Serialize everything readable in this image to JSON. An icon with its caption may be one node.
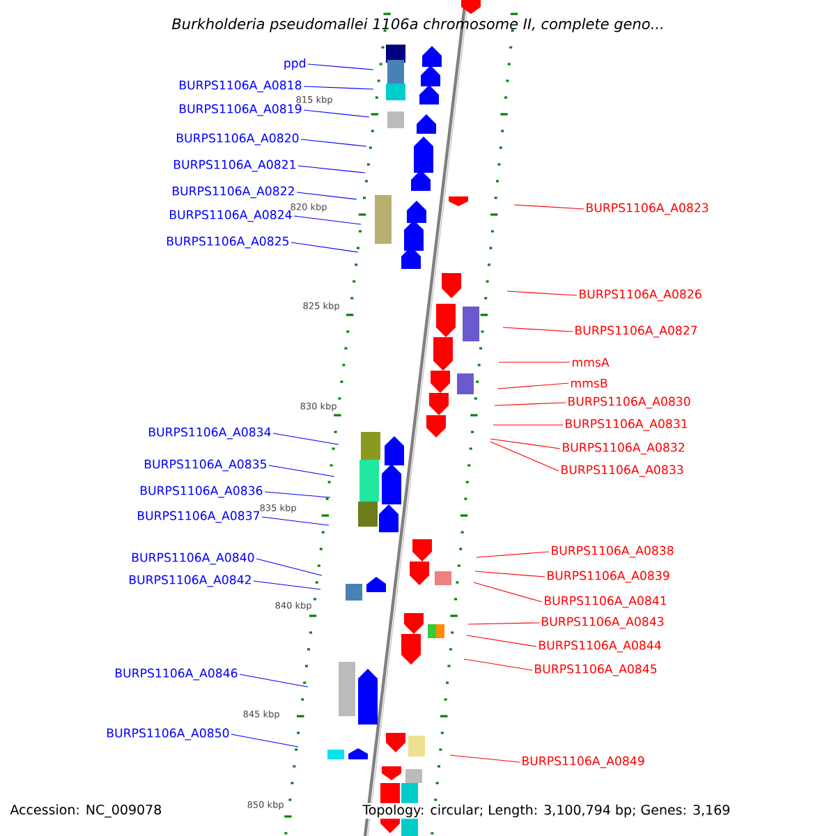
{
  "diagram": {
    "title": "Burkholderia pseudomallei 1106a chromosome II, complete geno...",
    "nodes": [
      {
        "text": [
          "ppd"
        ]
      },
      {
        "text": [
          "BURPS1106A_A0818"
        ]
      },
      {
        "text": [
          "BURPS1106A_A0819"
        ]
      },
      {
        "text": [
          "BURPS1106A_A0820"
        ]
      },
      {
        "text": [
          "BURPS1106A_A0821"
        ]
      },
      {
        "text": [
          "BURPS1106A_A0822"
        ]
      },
      {
        "text": [
          "BURPS1106A_A0824"
        ]
      },
      {
        "text": [
          "BURPS1106A_A0825"
        ]
      },
      {
        "text": [
          "BURPS1106A_A0823"
        ]
      },
      {
        "text": [
          "BURPS1106A_A0826"
        ]
      },
      {
        "text": [
          "BURPS1106A_A0827"
        ]
      },
      {
        "text": [
          "mmsA"
        ]
      },
      {
        "text": [
          "mmsB"
        ]
      },
      {
        "text": [
          "BURPS1106A_A0830"
        ]
      },
      {
        "text": [
          "BURPS1106A_A0831"
        ]
      },
      {
        "text": [
          "BURPS1106A_A0832"
        ]
      },
      {
        "text": [
          "BURPS1106A_A0833"
        ]
      },
      {
        "text": [
          "BURPS1106A_A0834"
        ]
      },
      {
        "text": [
          "BURPS1106A_A0835"
        ]
      },
      {
        "text": [
          "BURPS1106A_A0836"
        ]
      },
      {
        "text": [
          "BURPS1106A_A0837"
        ]
      },
      {
        "text": [
          "BURPS1106A_A0838"
        ]
      },
      {
        "text": [
          "BURPS1106A_A0839"
        ]
      },
      {
        "text": [
          "BURPS1106A_A0840"
        ]
      },
      {
        "text": [
          "BURPS1106A_A0841"
        ]
      },
      {
        "text": [
          "BURPS1106A_A0842"
        ]
      },
      {
        "text": [
          "BURPS1106A_A0843"
        ]
      },
      {
        "text": [
          "BURPS1106A_A0844"
        ]
      },
      {
        "text": [
          "BURPS1106A_A0845"
        ]
      },
      {
        "text": [
          "BURPS1106A_A0846"
        ]
      },
      {
        "text": [
          "BURPS1106A_A0849"
        ]
      },
      {
        "text": [
          "BURPS1106A_A0850"
        ]
      }
    ],
    "edges": [
      {
        "from": 0,
        "to": null,
        "arrow": "none",
        "color": "#0000ff"
      },
      {
        "from": 1,
        "to": null,
        "arrow": "none",
        "color": "#0000ff"
      },
      {
        "from": 2,
        "to": null,
        "arrow": "none",
        "color": "#0000ff"
      },
      {
        "from": 3,
        "to": null,
        "arrow": "none",
        "color": "#0000ff"
      },
      {
        "from": 4,
        "to": null,
        "arrow": "none",
        "color": "#0000ff"
      },
      {
        "from": 5,
        "to": null,
        "arrow": "none",
        "color": "#0000ff"
      },
      {
        "from": 6,
        "to": null,
        "arrow": "none",
        "color": "#0000ff"
      },
      {
        "from": 7,
        "to": null,
        "arrow": "none",
        "color": "#0000ff"
      },
      {
        "from": 8,
        "to": null,
        "arrow": "none",
        "color": "#ff0000"
      },
      {
        "from": 9,
        "to": null,
        "arrow": "none",
        "color": "#ff0000"
      },
      {
        "from": 10,
        "to": null,
        "arrow": "none",
        "color": "#ff0000"
      },
      {
        "from": 11,
        "to": null,
        "arrow": "none",
        "color": "#ff0000"
      },
      {
        "from": 12,
        "to": null,
        "arrow": "none",
        "color": "#ff0000"
      },
      {
        "from": 13,
        "to": null,
        "arrow": "none",
        "color": "#ff0000"
      },
      {
        "from": 14,
        "to": null,
        "arrow": "none",
        "color": "#ff0000"
      },
      {
        "from": 15,
        "to": null,
        "arrow": "none",
        "color": "#ff0000"
      },
      {
        "from": 16,
        "to": null,
        "arrow": "none",
        "color": "#ff0000"
      },
      {
        "from": 17,
        "to": null,
        "arrow": "none",
        "color": "#0000ff"
      },
      {
        "from": 18,
        "to": null,
        "arrow": "none",
        "color": "#0000ff"
      },
      {
        "from": 19,
        "to": null,
        "arrow": "none",
        "color": "#0000ff"
      },
      {
        "from": 20,
        "to": null,
        "arrow": "none",
        "color": "#0000ff"
      },
      {
        "from": 21,
        "to": null,
        "arrow": "none",
        "color": "#ff0000"
      },
      {
        "from": 22,
        "to": null,
        "arrow": "none",
        "color": "#ff0000"
      },
      {
        "from": 23,
        "to": null,
        "arrow": "none",
        "color": "#0000ff"
      },
      {
        "from": 24,
        "to": null,
        "arrow": "none",
        "color": "#ff0000"
      },
      {
        "from": 25,
        "to": null,
        "arrow": "none",
        "color": "#0000ff"
      },
      {
        "from": 26,
        "to": null,
        "arrow": "none",
        "color": "#ff0000"
      },
      {
        "from": 27,
        "to": null,
        "arrow": "none",
        "color": "#ff0000"
      },
      {
        "from": 28,
        "to": null,
        "arrow": "none",
        "color": "#ff0000"
      },
      {
        "from": 29,
        "to": null,
        "arrow": "none",
        "color": "#0000ff"
      },
      {
        "from": 30,
        "to": null,
        "arrow": "none",
        "color": "#ff0000"
      },
      {
        "from": 31,
        "to": null,
        "arrow": "none",
        "color": "#0000ff"
      }
    ],
    "labels": [
      "815 kbp",
      "820 kbp",
      "825 kbp",
      "830 kbp",
      "835 kbp",
      "840 kbp",
      "845 kbp",
      "850 kbp",
      "Accession: NC_009078",
      "Topology: circular; Length: 3,100,794 bp; Genes: 3,169"
    ]
  }
}
